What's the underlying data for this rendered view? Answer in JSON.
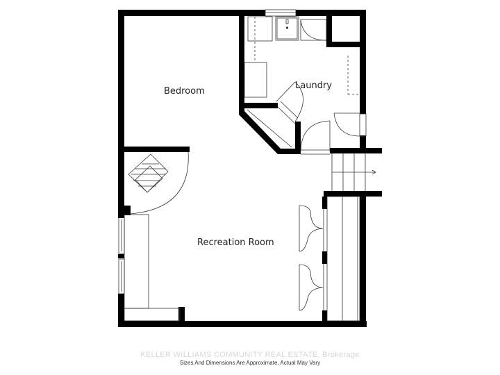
{
  "floor_plan": {
    "rooms": [
      {
        "id": "bedroom",
        "label": "Bedroom"
      },
      {
        "id": "laundry",
        "label": "Laundry"
      },
      {
        "id": "recreation",
        "label": "Recreation Room"
      }
    ],
    "fixtures": [
      "laundry-sink",
      "fireplace",
      "stairs",
      "closet-doors",
      "windows"
    ],
    "colors": {
      "wall": "#000000",
      "line": "#333333",
      "background": "#ffffff"
    }
  },
  "footer": {
    "brokerage": "KELLER WILLIAMS COMMUNITY REAL ESTATE, Brokerage",
    "disclaimer": "Sizes And Dimensions Are Approximate, Actual May Vary"
  }
}
